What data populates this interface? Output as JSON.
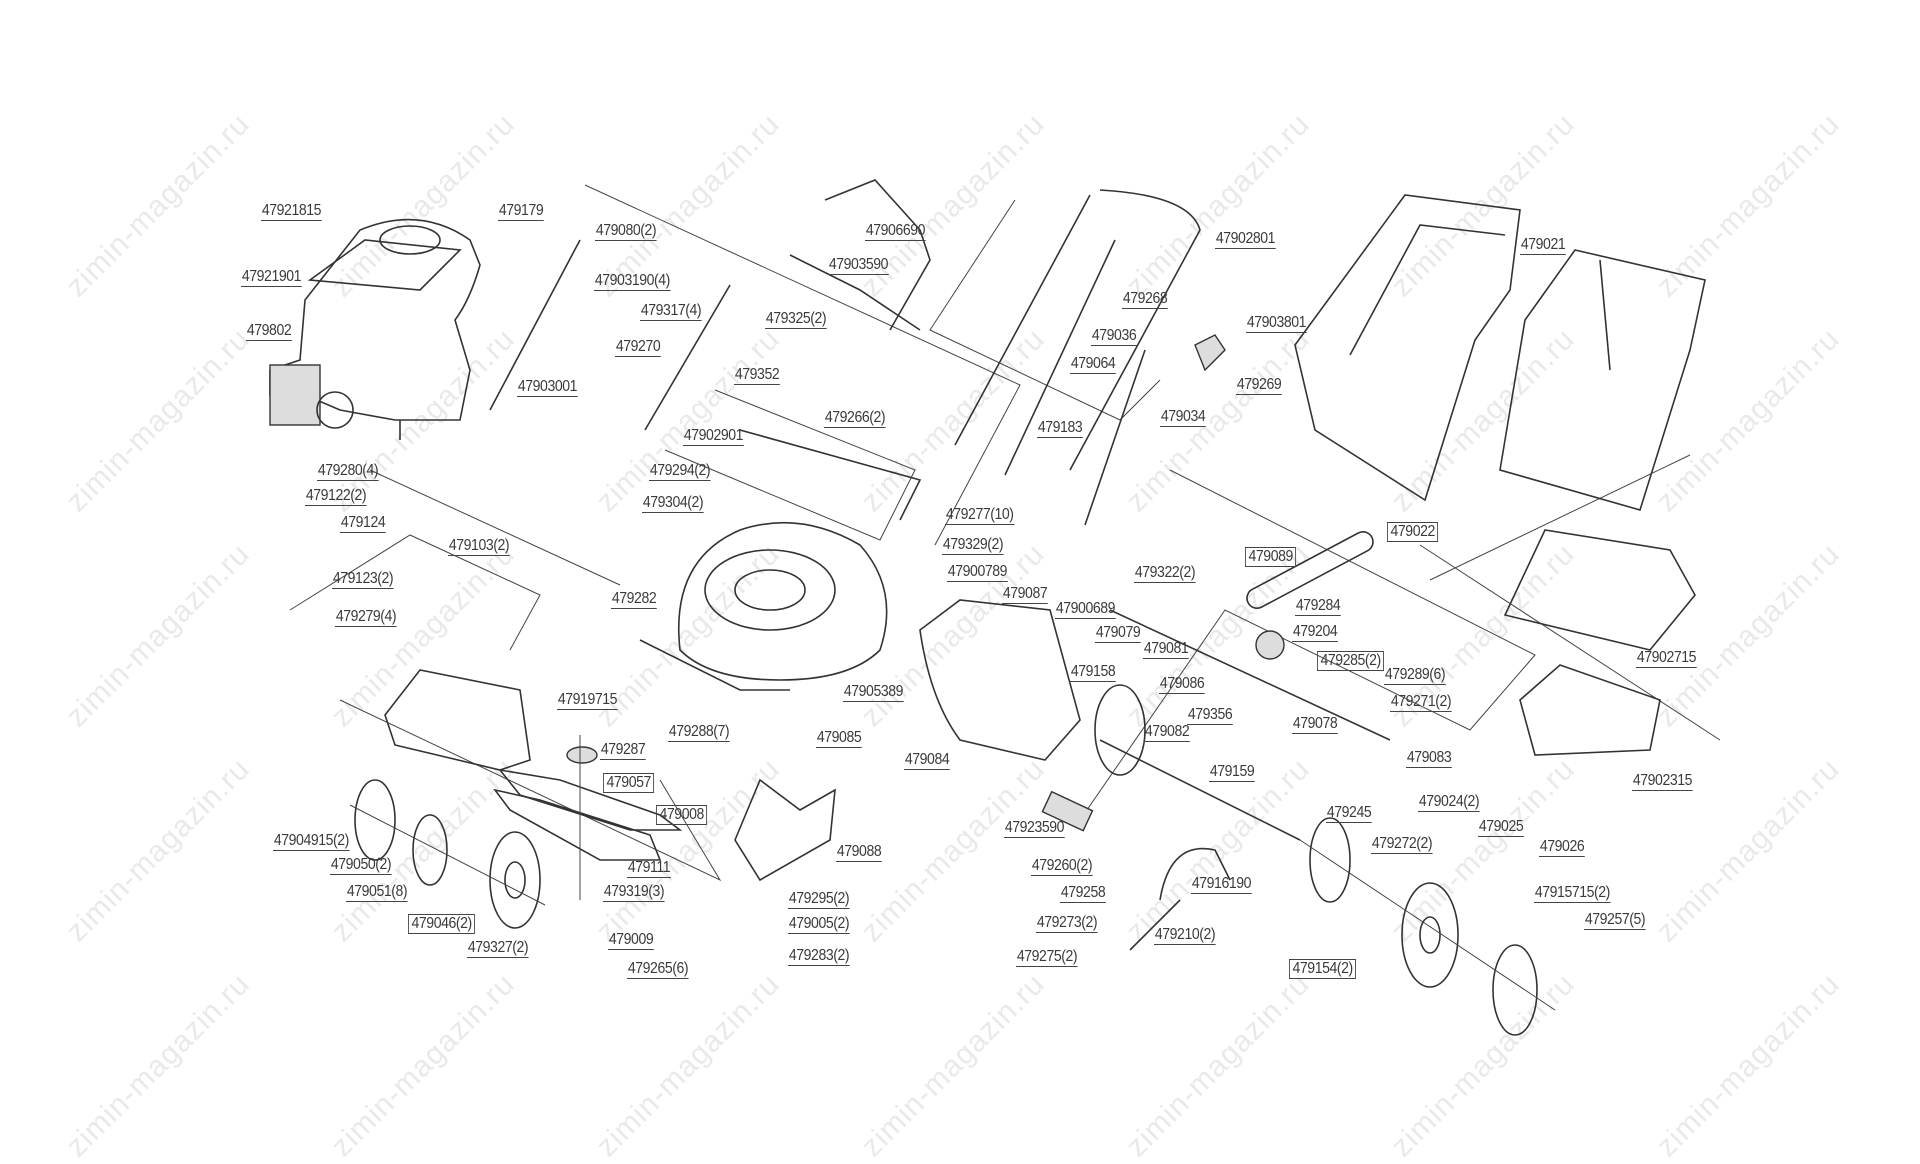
{
  "watermark": "zimin-magazin.ru",
  "labels": [
    {
      "text": "47921815"
    },
    {
      "text": "47921901"
    },
    {
      "text": "479802"
    },
    {
      "text": "479179"
    },
    {
      "text": "479080(2)"
    },
    {
      "text": "47903190(4)"
    },
    {
      "text": "479317(4)"
    },
    {
      "text": "479325(2)"
    },
    {
      "text": "479270"
    },
    {
      "text": "479352"
    },
    {
      "text": "47903001"
    },
    {
      "text": "47906690"
    },
    {
      "text": "47903590"
    },
    {
      "text": "47902801"
    },
    {
      "text": "479268"
    },
    {
      "text": "479036"
    },
    {
      "text": "47903801"
    },
    {
      "text": "479064"
    },
    {
      "text": "479269"
    },
    {
      "text": "479021"
    },
    {
      "text": "47902901"
    },
    {
      "text": "479266(2)"
    },
    {
      "text": "479183"
    },
    {
      "text": "479034"
    },
    {
      "text": "479280(4)"
    },
    {
      "text": "479122(2)"
    },
    {
      "text": "479294(2)"
    },
    {
      "text": "479304(2)"
    },
    {
      "text": "479124"
    },
    {
      "text": "479103(2)"
    },
    {
      "text": "479277(10)"
    },
    {
      "text": "479329(2)"
    },
    {
      "text": "47900789"
    },
    {
      "text": "479022",
      "boxed": true
    },
    {
      "text": "479089",
      "boxed": true
    },
    {
      "text": "479322(2)"
    },
    {
      "text": "479123(2)"
    },
    {
      "text": "479282"
    },
    {
      "text": "479087"
    },
    {
      "text": "47900689"
    },
    {
      "text": "479284"
    },
    {
      "text": "479079"
    },
    {
      "text": "479081"
    },
    {
      "text": "479204"
    },
    {
      "text": "479279(4)"
    },
    {
      "text": "479285(2)",
      "boxed": true
    },
    {
      "text": "479289(6)"
    },
    {
      "text": "479158"
    },
    {
      "text": "479086"
    },
    {
      "text": "47902715"
    },
    {
      "text": "47905389"
    },
    {
      "text": "47919715"
    },
    {
      "text": "479356"
    },
    {
      "text": "479271(2)"
    },
    {
      "text": "479078"
    },
    {
      "text": "479083"
    },
    {
      "text": "479288(7)"
    },
    {
      "text": "479085"
    },
    {
      "text": "479082"
    },
    {
      "text": "479287"
    },
    {
      "text": "479084"
    },
    {
      "text": "479159"
    },
    {
      "text": "47902315"
    },
    {
      "text": "479057",
      "boxed": true
    },
    {
      "text": "479024(2)"
    },
    {
      "text": "479008",
      "boxed": true
    },
    {
      "text": "47923590"
    },
    {
      "text": "479245"
    },
    {
      "text": "479025"
    },
    {
      "text": "47904915(2)"
    },
    {
      "text": "479088"
    },
    {
      "text": "479272(2)"
    },
    {
      "text": "479026"
    },
    {
      "text": "479050(2)"
    },
    {
      "text": "479260(2)"
    },
    {
      "text": "479111"
    },
    {
      "text": "479051(8)"
    },
    {
      "text": "479258"
    },
    {
      "text": "47916190"
    },
    {
      "text": "479319(3)"
    },
    {
      "text": "479295(2)"
    },
    {
      "text": "47915715(2)"
    },
    {
      "text": "479046(2)",
      "boxed": true
    },
    {
      "text": "479005(2)"
    },
    {
      "text": "479257(5)"
    },
    {
      "text": "479273(2)"
    },
    {
      "text": "479009"
    },
    {
      "text": "479327(2)"
    },
    {
      "text": "479283(2)"
    },
    {
      "text": "479210(2)"
    },
    {
      "text": "479275(2)"
    },
    {
      "text": "479154(2)",
      "boxed": true
    },
    {
      "text": "479265(6)"
    }
  ]
}
